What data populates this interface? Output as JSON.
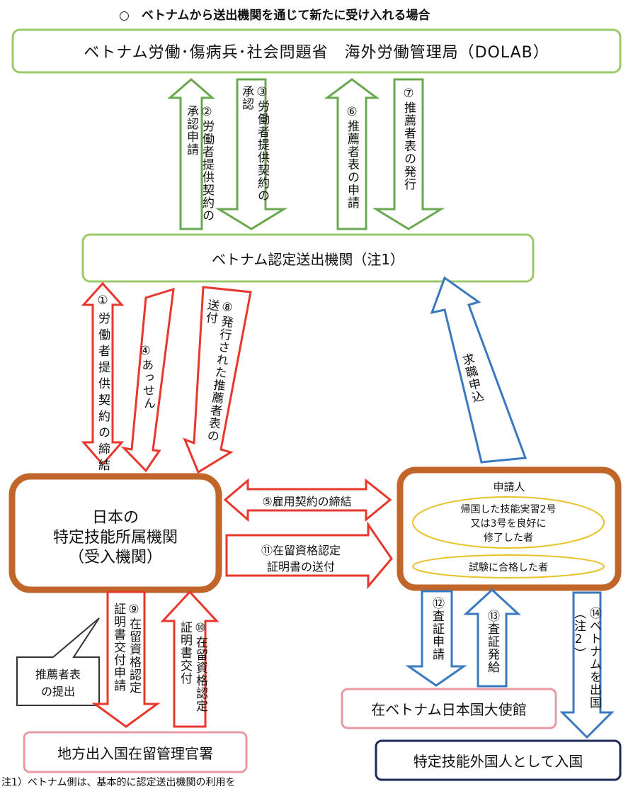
{
  "heading": "○　ベトナムから送出機関を通じて新たに受け入れる場合",
  "nodes": {
    "dolab": "ベトナム労働･傷病兵･社会問題省　海外労働管理局（DOLAB）",
    "sending_org": "ベトナム認定送出機関（注1）",
    "employer": [
      "日本の",
      "特定技能所属機関",
      "（受入機関）"
    ],
    "applicant_title": "申請人",
    "applicant_a": [
      "帰国した技能実習2号",
      "又は3号を良好に",
      "修了した者"
    ],
    "applicant_b": "試験に合格した者",
    "embassy": "在ベトナム日本国大使館",
    "immigration": "地方出入国在留管理官署",
    "entry": "特定技能外国人として入国"
  },
  "callout": [
    "推薦者表",
    "の提出"
  ],
  "steps": {
    "s2": [
      "②労働者提供契約の",
      "承認申請"
    ],
    "s3": [
      "③労働者提供契約の",
      "承認"
    ],
    "s6": "⑥推薦者表の申請",
    "s7": "⑦推薦者表の発行",
    "s1": "①労働者提供契約の締結",
    "s4": "④あっせん",
    "s8": [
      "⑧発行された推薦者表の",
      "送付"
    ],
    "job": "求職申込",
    "s5": "⑤雇用契約の締結",
    "s11": [
      "⑪在留資格認定",
      "証明書の送付"
    ],
    "s9": [
      "⑨在留資格認定",
      "証明書交付申請"
    ],
    "s10": [
      "⑩在留資格認定",
      "証明書交付"
    ],
    "s12": "⑫査証申請",
    "s13": "⑬査証発給",
    "s14": [
      "⑭ベトナムを出国",
      "（注2）"
    ]
  },
  "footnote": "注1）ベトナム側は、基本的に認定送出機関の利用を",
  "colors": {
    "green": "#6aa84f",
    "light_green": "#9bc96a",
    "red": "#e8372c",
    "blue": "#3a79c0",
    "orange": "#c0662a",
    "yellow": "#e8c227",
    "pink": "#e89aa3",
    "navy": "#1f2a5a"
  }
}
